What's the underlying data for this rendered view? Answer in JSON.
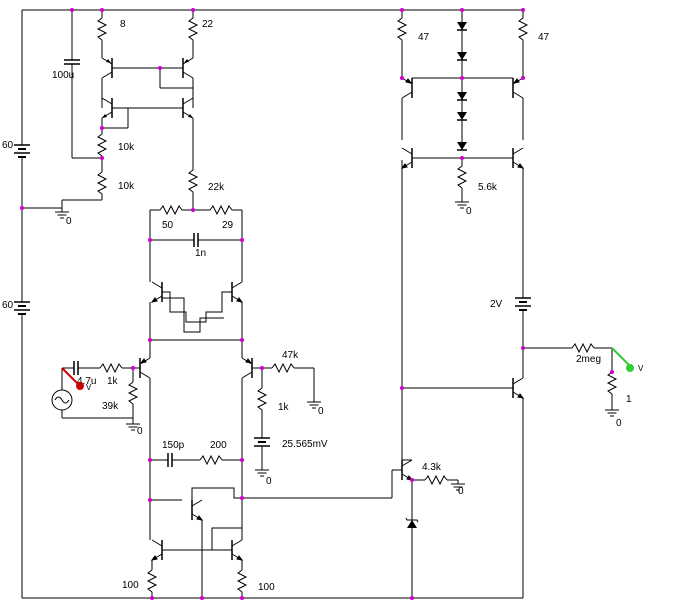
{
  "labels": {
    "r_top_left": "8",
    "r_top_mid": "22",
    "cap_top": "100u",
    "r_10k_a": "10k",
    "r_10k_b": "10k",
    "r_22k": "22k",
    "ground_top": "0",
    "r_50": "50",
    "r_29": "29",
    "cap_1n": "1n",
    "batt_top": "60",
    "batt_bot": "60",
    "cap_input": "4.7u",
    "r_1k_in": "1k",
    "r_39k": "39k",
    "ground_in": "0",
    "r_47k": "47k",
    "r_1k_mid": "1k",
    "ground_47k": "0",
    "vsrc_ref": "25.565mV",
    "ground_vsrc": "0",
    "cap_150p": "150p",
    "r_200": "200",
    "r_100_left": "100",
    "r_100_right": "100",
    "r_47_left": "47",
    "r_47_right": "47",
    "r_5_6k": "5.6k",
    "ground_5_6k": "0",
    "vsrc_2v": "2V",
    "r_2meg": "2meg",
    "r_load": "1",
    "ground_load": "0",
    "r_4_3k": "4.3k",
    "ground_4_3k": "0",
    "probe_in": "V",
    "probe_out": "V"
  }
}
